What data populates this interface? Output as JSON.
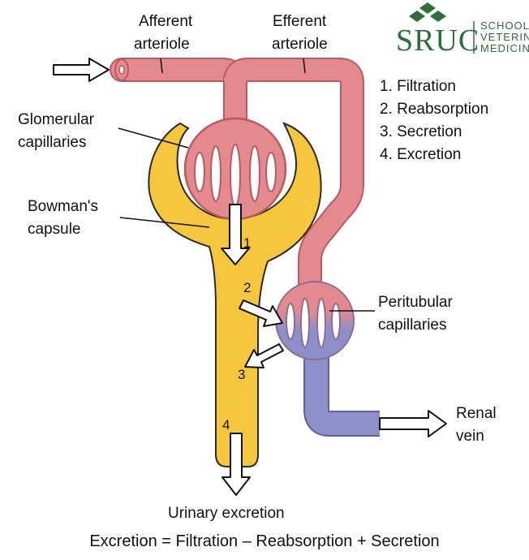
{
  "labels": {
    "afferent": [
      "Afferent",
      "arteriole"
    ],
    "efferent": [
      "Efferent",
      "arteriole"
    ],
    "glomerular": [
      "Glomerular",
      "capillaries"
    ],
    "bowman": [
      "Bowman's",
      "capsule"
    ],
    "peritubular": [
      "Peritubular",
      "capillaries"
    ],
    "renal": [
      "Renal",
      "vein"
    ],
    "urinary": "Urinary excretion"
  },
  "legend": [
    "1. Filtration",
    "2. Reabsorption",
    "3. Secretion",
    "4. Excretion"
  ],
  "step_numbers": [
    "1",
    "2",
    "3",
    "4"
  ],
  "formula": "Excretion = Filtration – Reabsorption + Secretion",
  "logo": {
    "main": "SRUC",
    "lines": [
      "SCHOOL OF",
      "VETERINARY",
      "MEDICINE"
    ]
  },
  "colors": {
    "arterial": "#e48a8e",
    "arterial_stroke": "#b85a60",
    "venous": "#8d8fc8",
    "venous_stroke": "#5f62a0",
    "capsule": "#f6c63d",
    "capsule_stroke": "#2a2a2a",
    "logo_green": "#2d6e3a"
  }
}
